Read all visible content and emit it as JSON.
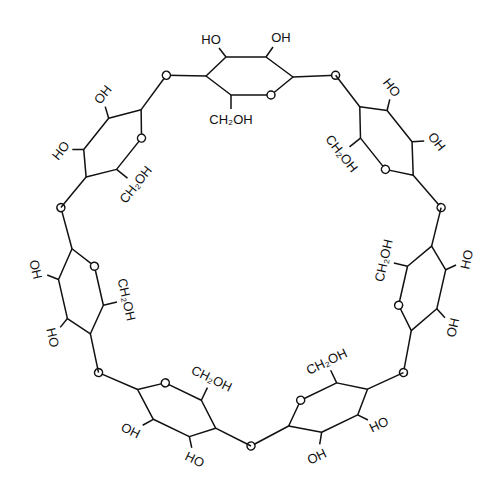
{
  "diagram": {
    "labels": [
      "OH",
      "HO",
      "CH₂OH",
      "OH",
      "HO",
      "CH₂OH",
      "OH",
      "HO",
      "CH₂OH",
      "OH",
      "HO",
      "CH₂OH",
      "OH",
      "HO",
      "CH₂OH",
      "OH",
      "HO",
      "CH₂OH",
      "OH",
      "HO",
      "CH₂OH"
    ]
  }
}
